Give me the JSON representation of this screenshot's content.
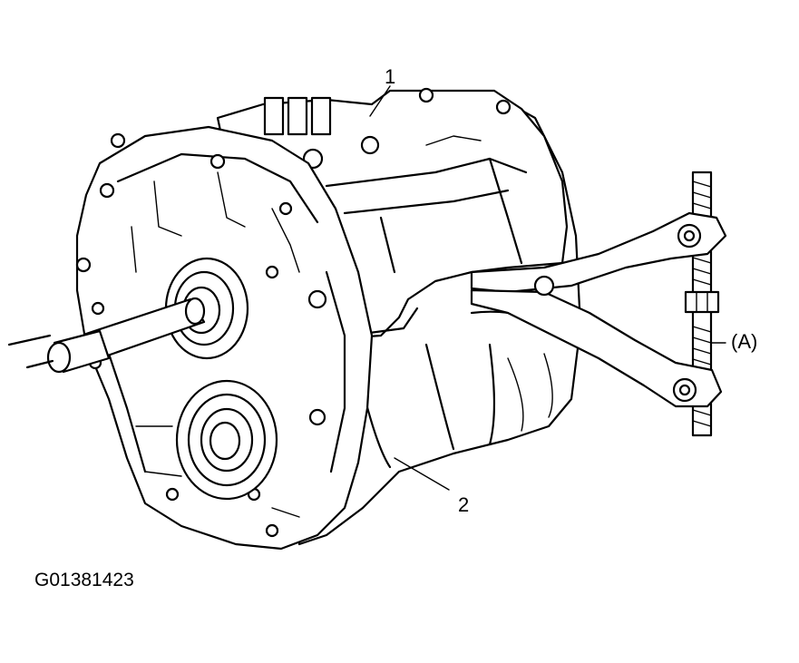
{
  "callouts": {
    "part_1": "1",
    "part_2": "2",
    "tool_a": "(A)"
  },
  "figure_id": "G01381423"
}
